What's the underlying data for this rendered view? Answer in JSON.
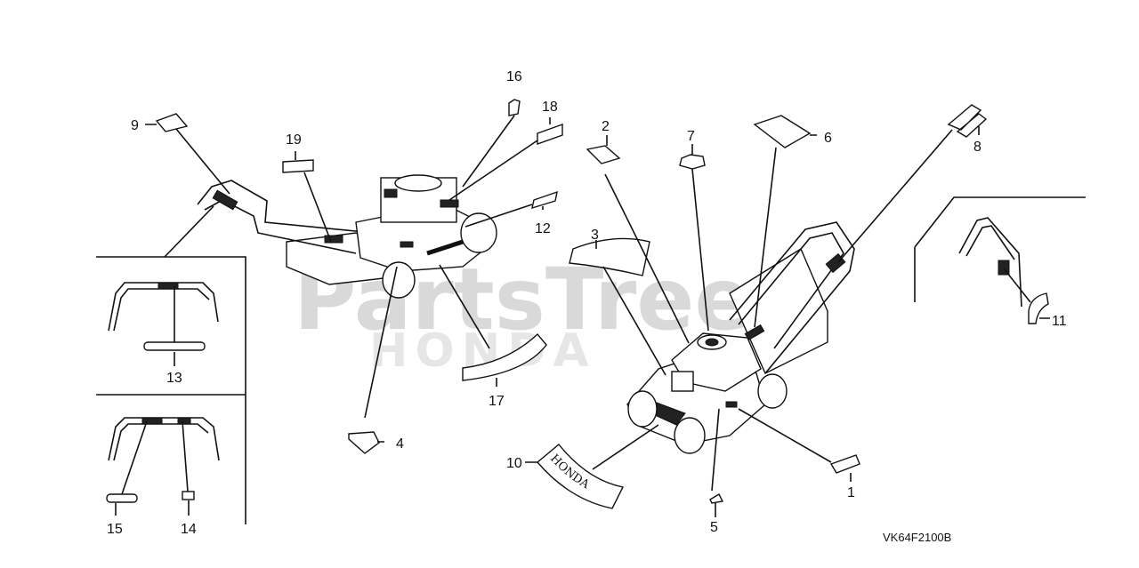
{
  "watermark": {
    "brand": "PartsTree",
    "sub": "HONDA"
  },
  "decal_text": "HONDA",
  "drawing_code": "VK64F2100B",
  "callouts": {
    "c1": "1",
    "c2": "2",
    "c3": "3",
    "c4": "4",
    "c5": "5",
    "c6": "6",
    "c7": "7",
    "c8": "8",
    "c9": "9",
    "c10": "10",
    "c11": "11",
    "c12": "12",
    "c13": "13",
    "c14": "14",
    "c15": "15",
    "c16": "16",
    "c17": "17",
    "c18": "18",
    "c19": "19"
  }
}
